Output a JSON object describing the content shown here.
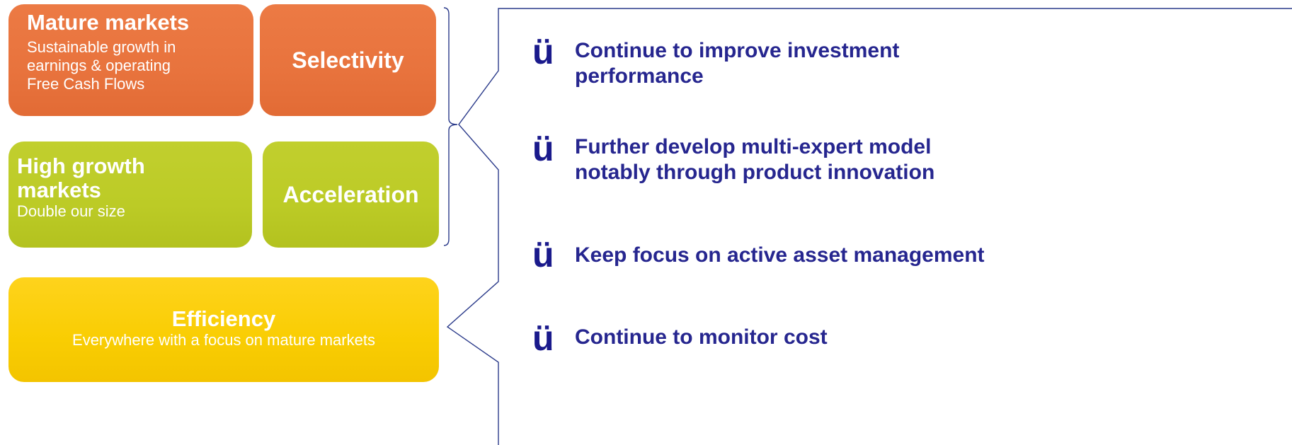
{
  "boxes": {
    "mature": {
      "title": "Mature markets",
      "subtitle_lines": [
        "Sustainable growth in",
        "earnings & operating",
        "Free Cash Flows"
      ]
    },
    "selectivity": {
      "label": "Selectivity"
    },
    "high_growth": {
      "title_lines": [
        "High growth",
        "markets"
      ],
      "subtitle": "Double our size"
    },
    "acceleration": {
      "label": "Acceleration"
    },
    "efficiency": {
      "title": "Efficiency",
      "subtitle": "Everywhere with a focus on mature markets"
    }
  },
  "bullet_glyph": "ü",
  "bullets": [
    {
      "lines": [
        "Continue to improve investment",
        "performance"
      ]
    },
    {
      "lines": [
        "Further develop multi-expert model",
        "notably through product innovation"
      ]
    },
    {
      "lines": [
        "Keep focus on active asset management"
      ]
    },
    {
      "lines": [
        "Continue to monitor cost"
      ]
    }
  ],
  "colors": {
    "orange": "#e8733d",
    "green": "#bccb26",
    "yellow": "#f9cd02",
    "bullet_text": "#26268f",
    "connector_line": "#2a3a8a"
  }
}
